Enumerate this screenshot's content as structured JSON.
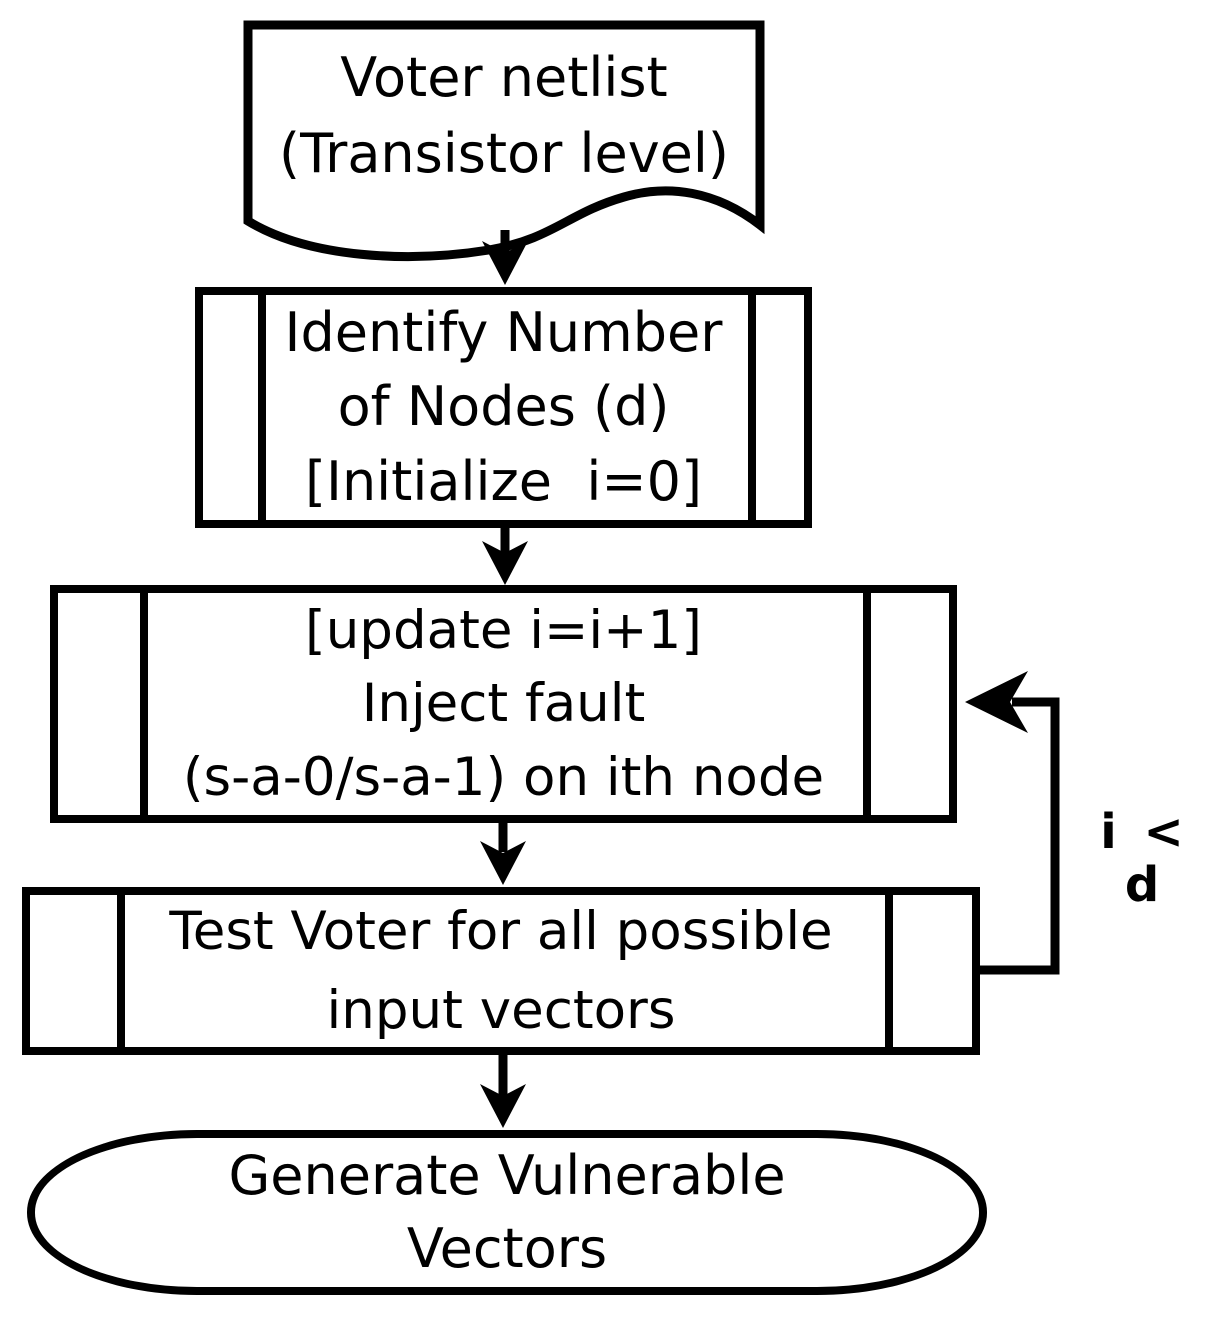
{
  "diagram": {
    "nodes": {
      "document": {
        "shape": "document",
        "lines": [
          "Voter netlist",
          "(Transistor level)"
        ]
      },
      "identify": {
        "shape": "predefined-process",
        "lines": [
          "Identify Number",
          "of Nodes (d)",
          "[Initialize  i=0]"
        ]
      },
      "inject": {
        "shape": "predefined-process",
        "lines": [
          "[update i=i+1]",
          "Inject fault",
          "(s-a-0/s-a-1) on ith node"
        ]
      },
      "test": {
        "shape": "predefined-process",
        "lines": [
          "Test Voter for all possible",
          "input vectors"
        ]
      },
      "generate": {
        "shape": "terminator",
        "lines": [
          "Generate Vulnerable",
          "Vectors"
        ]
      }
    },
    "edges": {
      "loop_label": "i < d"
    },
    "colors": {
      "stroke": "#000000",
      "fill": "#ffffff"
    }
  }
}
